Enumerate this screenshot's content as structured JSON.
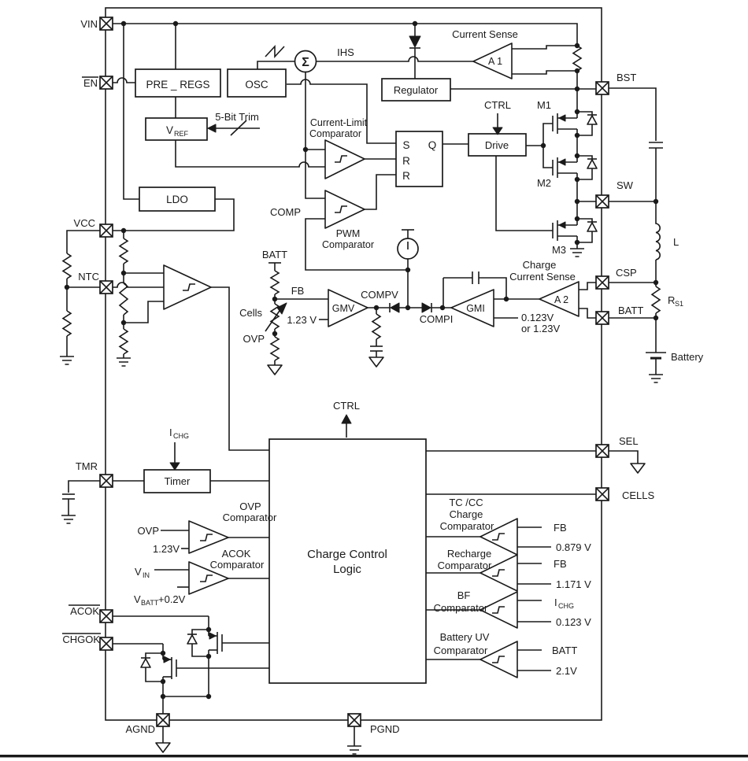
{
  "pins_left": {
    "vin": "VIN",
    "en": "EN",
    "vcc": "VCC",
    "ntc": "NTC",
    "tmr": "TMR",
    "acok": "ACOK",
    "chgok": "CHGOK"
  },
  "pins_right": {
    "bst": "BST",
    "sw": "SW",
    "csp": "CSP",
    "batt": "BATT",
    "sel": "SEL",
    "cells": "CELLS"
  },
  "pins_bottom": {
    "agnd": "AGND",
    "pgnd": "PGND"
  },
  "blocks": {
    "pre_regs": "PRE _ REGS",
    "osc": "OSC",
    "regulator": "Regulator",
    "drive": "Drive",
    "ldo": "LDO",
    "timer": "Timer",
    "ccl_line1": "Charge Control",
    "ccl_line2": "Logic",
    "vref_main": "V",
    "vref_sub": "REF"
  },
  "latch": {
    "s": "S",
    "r1": "R",
    "r2": "R",
    "q": "Q"
  },
  "amps": {
    "a1": "A 1",
    "a2": "A 2",
    "gmv": "GMV",
    "gmi": "GMI"
  },
  "labels": {
    "trim": "5-Bit Trim",
    "ihs": "IHS",
    "sigma": "Σ",
    "current_sense": "Current Sense",
    "ctrl_top": "CTRL",
    "ctrl_bottom": "CTRL",
    "m1": "M1",
    "m2": "M2",
    "m3": "M3",
    "cl_comp_1": "Current-Limit",
    "cl_comp_2": "Comparator",
    "comp": "COMP",
    "pwm_1": "PWM",
    "pwm_2": "Comparator",
    "batt_top": "BATT",
    "fb": "FB",
    "cells": "Cells",
    "ovp": "OVP",
    "v123_gmv": "1.23 V",
    "compv": "COMPV",
    "compi": "COMPI",
    "gmi_ref_1": "0.123V",
    "gmi_ref_2": "or 1.23V",
    "charge_cs_1": "Charge",
    "charge_cs_2": "Current Sense",
    "rs1_main": "R",
    "rs1_sub": "S1",
    "l": "L",
    "battery": "Battery",
    "ichg_main": "I",
    "ichg_sub": "CHG",
    "ovp_comp_1": "OVP",
    "ovp_comp_2": "Comparator",
    "ovp_in": "OVP",
    "ovp_ref": "1.23V",
    "acok_comp_1": "ACOK",
    "acok_comp_2": "Comparator",
    "vin_main": "V",
    "vin_sub": "IN",
    "vbatt_main": "V",
    "vbatt_sub": "BATT",
    "vbatt_tail": "+0.2V",
    "tccc_1": "TC /CC",
    "tccc_2": "Charge",
    "tccc_3": "Comparator",
    "tccc_in1": "FB",
    "tccc_in2": "0.879 V",
    "rechg_1": "Recharge",
    "rechg_2": "Comparator",
    "rechg_in1": "FB",
    "rechg_in2": "1.171 V",
    "bf_1": "BF",
    "bf_2": "Comparator",
    "bf_in1_main": "I",
    "bf_in1_sub": "CHG",
    "bf_in2": "0.123 V",
    "buv_1": "Battery UV",
    "buv_2": "Comparator",
    "buv_in1": "BATT",
    "buv_in2": "2.1V"
  }
}
